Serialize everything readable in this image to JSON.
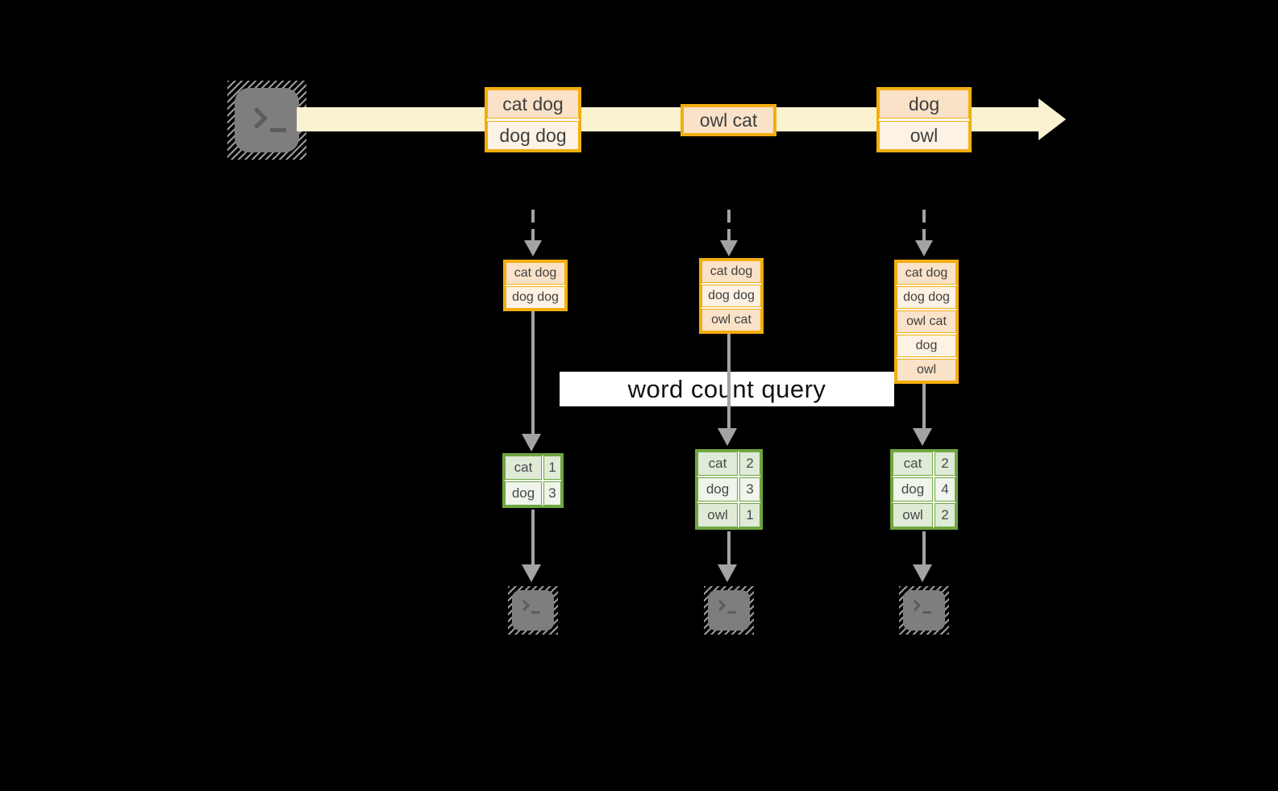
{
  "query_label": "word count query",
  "stream_batches": [
    {
      "cells": [
        "cat dog",
        "dog dog"
      ]
    },
    {
      "cells": [
        "owl cat"
      ]
    },
    {
      "cells": [
        "dog",
        "owl"
      ]
    }
  ],
  "columns": [
    {
      "stack": [
        "cat dog",
        "dog dog"
      ],
      "counts": [
        {
          "word": "cat",
          "count": "1"
        },
        {
          "word": "dog",
          "count": "3"
        }
      ]
    },
    {
      "stack": [
        "cat dog",
        "dog dog",
        "owl cat"
      ],
      "counts": [
        {
          "word": "cat",
          "count": "2"
        },
        {
          "word": "dog",
          "count": "3"
        },
        {
          "word": "owl",
          "count": "1"
        }
      ]
    },
    {
      "stack": [
        "cat dog",
        "dog dog",
        "owl cat",
        "dog",
        "owl"
      ],
      "counts": [
        {
          "word": "cat",
          "count": "2"
        },
        {
          "word": "dog",
          "count": "4"
        },
        {
          "word": "owl",
          "count": "2"
        }
      ]
    }
  ],
  "icons": {
    "source": "terminal-icon",
    "sinks": [
      "terminal-icon",
      "terminal-icon",
      "terminal-icon"
    ]
  },
  "colors": {
    "background": "#000000",
    "stream_fill": "#FBF2CF",
    "record_border": "#F2AE0F",
    "record_fill_dark": "#FAE2C8",
    "record_fill_light": "#FDF2E3",
    "table_border": "#6EA640",
    "table_fill_dark": "#DFEBD7",
    "table_fill_light": "#EFF5EB",
    "arrow_gray": "#A3A3A3",
    "terminal_gray": "#7E7E7E",
    "label_bg": "#FFFFFF",
    "text": "#3F3F3F"
  }
}
